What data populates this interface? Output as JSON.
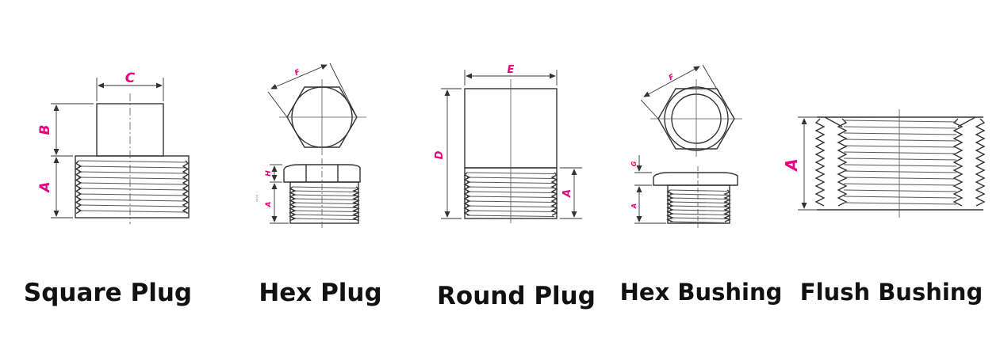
{
  "colors": {
    "dimension_label": "#e6007e",
    "caption": "#111111",
    "outline": "#333333"
  },
  "items": [
    {
      "caption": "Square Plug",
      "dims": [
        "C",
        "B",
        "A"
      ]
    },
    {
      "caption": "Hex Plug",
      "dims": [
        "F",
        "H",
        "A"
      ]
    },
    {
      "caption": "Round Plug",
      "dims": [
        "E",
        "D",
        "A"
      ]
    },
    {
      "caption": "Hex Bushing",
      "dims": [
        "F",
        "G",
        "A"
      ]
    },
    {
      "caption": "Flush Bushing",
      "dims": [
        "A"
      ]
    }
  ]
}
